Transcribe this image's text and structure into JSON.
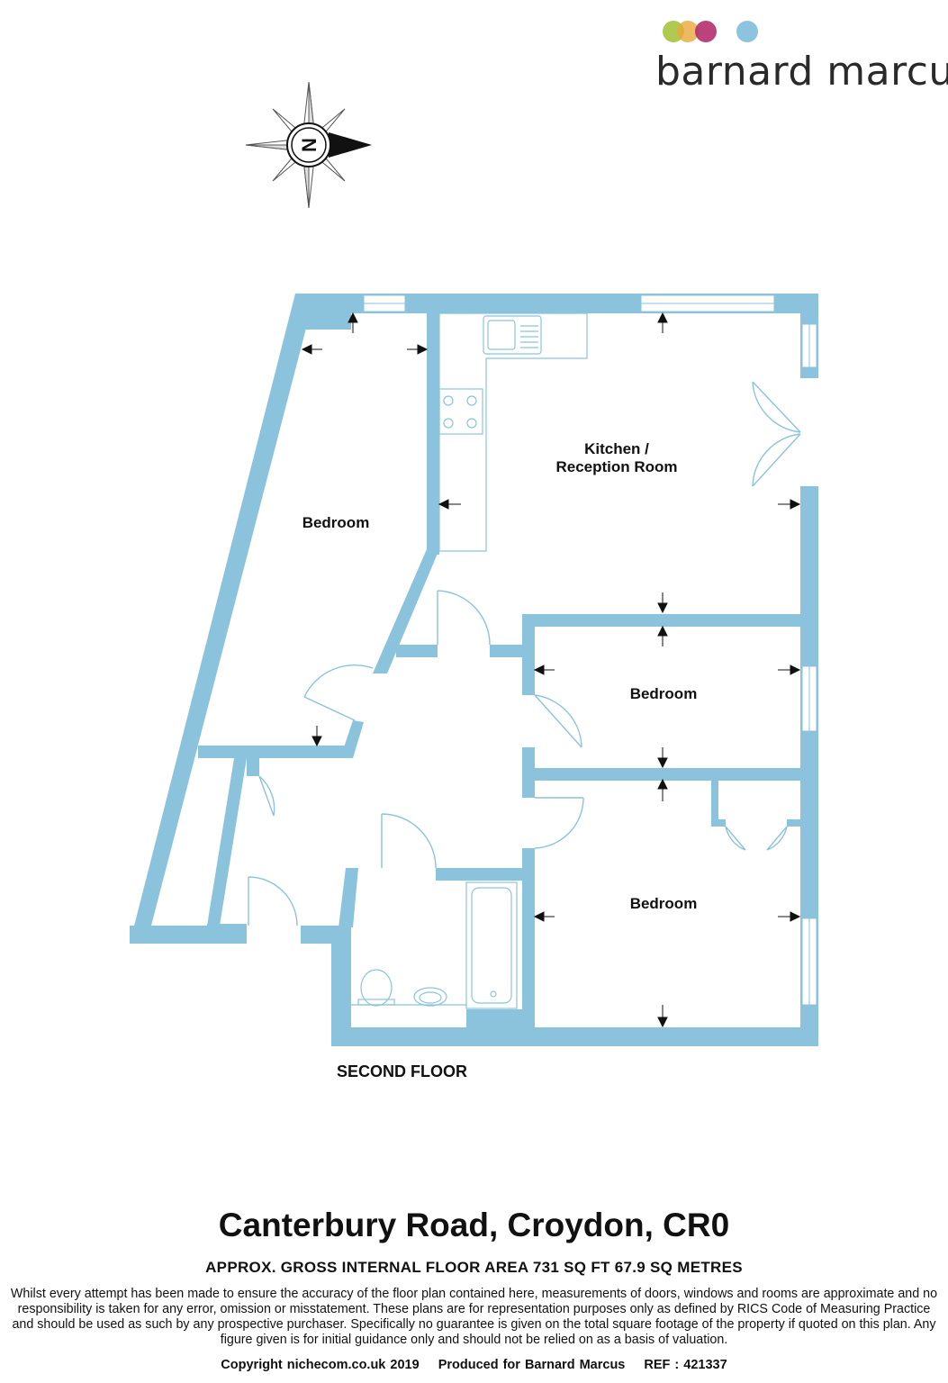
{
  "brand": {
    "name": "barnard marcus",
    "dot_colors": [
      "#a6c43c",
      "#e8a73a",
      "#b42d6e",
      "#8cc4e0"
    ]
  },
  "compass": {
    "letter": "N"
  },
  "colors": {
    "wall": "#8bc3dc",
    "fixture": "#8bc3dc"
  },
  "rooms": {
    "kitchen_line1": "Kitchen /",
    "kitchen_line2": "Reception Room",
    "bedroom_1": "Bedroom",
    "bedroom_2": "Bedroom",
    "bedroom_3": "Bedroom"
  },
  "floor_label": "SECOND FLOOR",
  "property_title": "Canterbury Road, Croydon, CR0",
  "area_text": "APPROX. GROSS INTERNAL FLOOR AREA 731 SQ FT 67.9 SQ METRES",
  "disclaimer": "Whilst every attempt has been made to ensure the accuracy of the floor plan contained here, measurements of doors, windows and rooms are approximate and no responsibility is taken for any error, omission or misstatement. These plans are for representation purposes only as defined by RICS Code of Measuring Practice and should be used as such by any prospective purchaser.  Specifically no guarantee is given on the total square footage of the property if quoted on this plan. Any figure given is for initial guidance only and should not be relied on as a basis of valuation.",
  "footer": {
    "copyright": "Copyright nichecom.co.uk 2019",
    "produced": "Produced for Barnard Marcus",
    "ref": "REF : 421337"
  }
}
